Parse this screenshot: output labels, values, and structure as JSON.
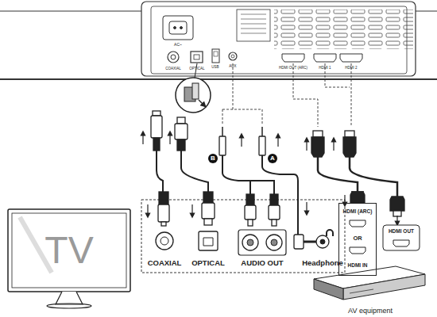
{
  "diagram": {
    "nodes": [
      {
        "text": [
          "TV"
        ]
      },
      {
        "text": [
          "HDMI (ARC)",
          "OR",
          "HDMI IN"
        ]
      },
      {
        "text": [
          "HDMI OUT"
        ]
      }
    ],
    "labels": [
      "AC~",
      "COAXIAL",
      "OPTICAL",
      "USB",
      "AUX",
      "HDMI OUT (ARC)",
      "HDMI 1",
      "HDMI 2",
      "B",
      "A",
      "COAXIAL",
      "OPTICAL",
      "AUDIO OUT",
      "Headphone",
      "AV equipment"
    ]
  }
}
